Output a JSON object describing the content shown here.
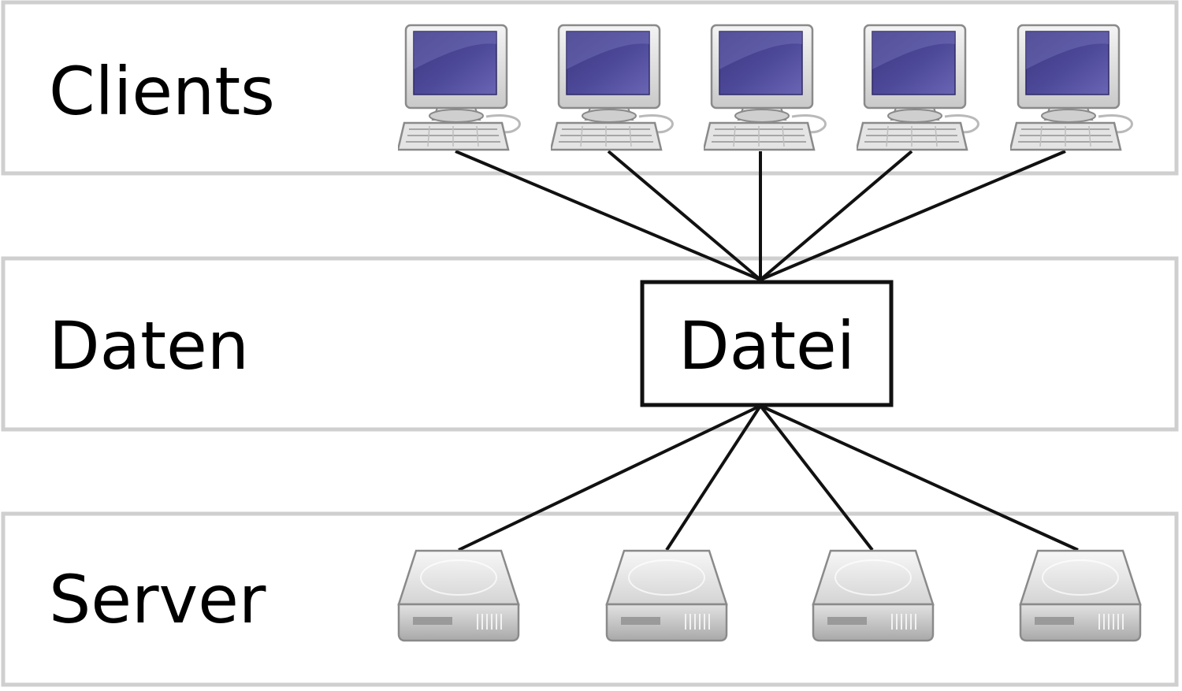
{
  "layers": [
    {
      "id": "clients",
      "label": "Clients"
    },
    {
      "id": "daten",
      "label": "Daten"
    },
    {
      "id": "server",
      "label": "Server"
    }
  ],
  "file_node": {
    "label": "Datei"
  },
  "clients": [
    {
      "icon": "computer-icon"
    },
    {
      "icon": "computer-icon"
    },
    {
      "icon": "computer-icon"
    },
    {
      "icon": "computer-icon"
    },
    {
      "icon": "computer-icon"
    }
  ],
  "servers": [
    {
      "icon": "hard-drive-icon"
    },
    {
      "icon": "hard-drive-icon"
    },
    {
      "icon": "hard-drive-icon"
    },
    {
      "icon": "hard-drive-icon"
    }
  ],
  "colors": {
    "band_border": "#cfcfcf",
    "line": "#111111",
    "screen": "#4a4590"
  }
}
